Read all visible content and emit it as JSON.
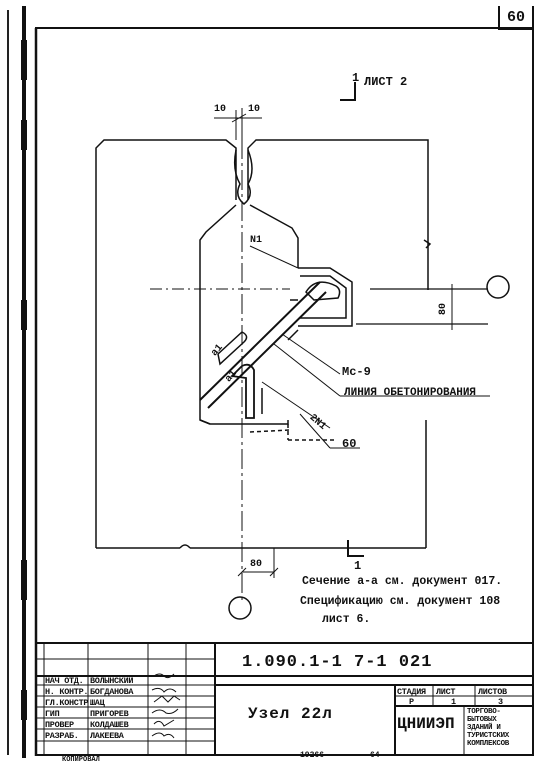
{
  "page_number": "60",
  "drawing": {
    "sheet_ref_top": "ЛИСТ 2",
    "section_mark": "1",
    "dim_left": "10",
    "dim_right": "10",
    "dim_80_vertical": "80",
    "dim_80_bottom": "80",
    "labels": {
      "n1": "N1",
      "a1_upper": "a1",
      "a1_lower": "a1",
      "mc9": "Мс-9",
      "concrete_line": "ЛИНИЯ ОБЕТОНИРОВАНИЯ",
      "n2_1": "2N1",
      "l60": "60"
    },
    "section_mark_bottom": "1",
    "note_line1": "Сечение а-а см. документ 017.",
    "note_line2": "Спецификацию см. документ 108",
    "note_line3": "лист 6."
  },
  "title_block": {
    "doc_code": "1.090.1-1 7-1 021",
    "title": "Узел 22л",
    "headers": {
      "stage": "СТАДИЯ",
      "sheet": "ЛИСТ",
      "sheets": "ЛИСТОВ"
    },
    "values": {
      "stage": "Р",
      "sheet": "1",
      "sheets": "3"
    },
    "org": "ЦНИИЭП",
    "org_sub": [
      "ТОРГОВО-",
      "БЫТОВЫХ",
      "ЗДАНИЙ И",
      "ТУРИСТСКИХ",
      "КОМПЛЕКСОВ"
    ],
    "roles": [
      {
        "role": "НАЧ ОТД.",
        "name": "ВОЛЫНСКИЙ"
      },
      {
        "role": "Н. КОНТР.",
        "name": "БОГДАНОВА"
      },
      {
        "role": "ГЛ.КОНСТР.",
        "name": "ШАЦ"
      },
      {
        "role": "ГИП",
        "name": "ПРИГОРЕВ"
      },
      {
        "role": "ПРОВЕР",
        "name": "КОЛДАШЕВ"
      },
      {
        "role": "РАЗРАБ.",
        "name": "ЛАКЕЕВА"
      }
    ]
  },
  "footer_marks": {
    "left": "КОПИРОВАЛ",
    "mid": "19266",
    "right": "64"
  }
}
